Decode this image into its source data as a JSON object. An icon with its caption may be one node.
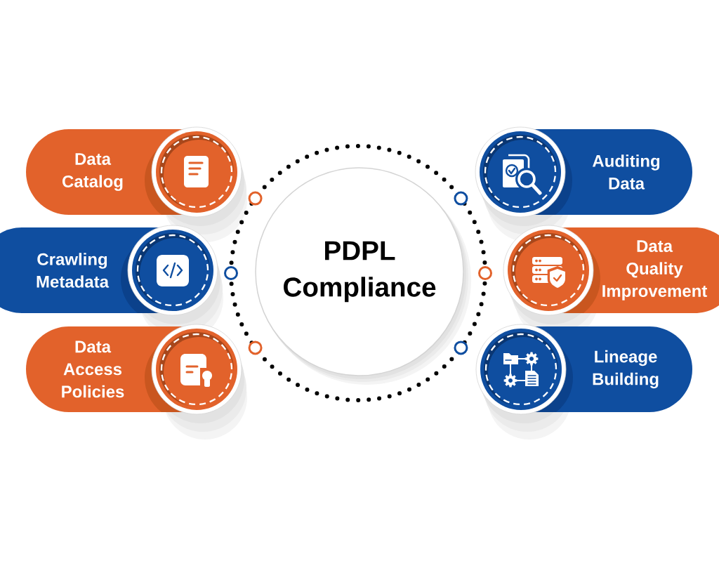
{
  "diagram": {
    "nodes": [
      {
        "text": [
          "PDPL Compliance"
        ]
      },
      {
        "text": [
          "Data Catalog"
        ]
      },
      {
        "text": [
          "Crawling Metadata"
        ]
      },
      {
        "text": [
          "Data Access Policies"
        ]
      },
      {
        "text": [
          "Auditing Data"
        ]
      },
      {
        "text": [
          "Data Quality Improvement"
        ]
      },
      {
        "text": [
          "Lineage Building"
        ]
      }
    ]
  }
}
